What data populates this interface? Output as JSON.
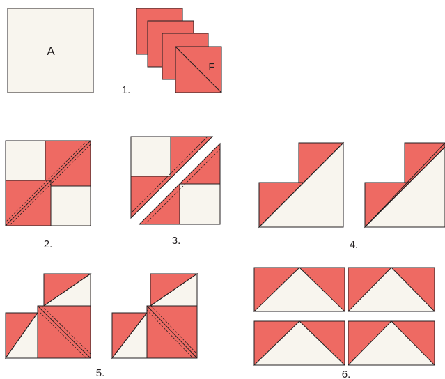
{
  "colors": {
    "cream": "#f8f5ee",
    "coral": "#ee6a63",
    "outline": "#231f20"
  },
  "labels": {
    "square_a": "A",
    "square_f": "F",
    "step1": "1.",
    "step2": "2.",
    "step3": "3.",
    "step4": "4.",
    "step5": "5.",
    "step6": "6."
  }
}
